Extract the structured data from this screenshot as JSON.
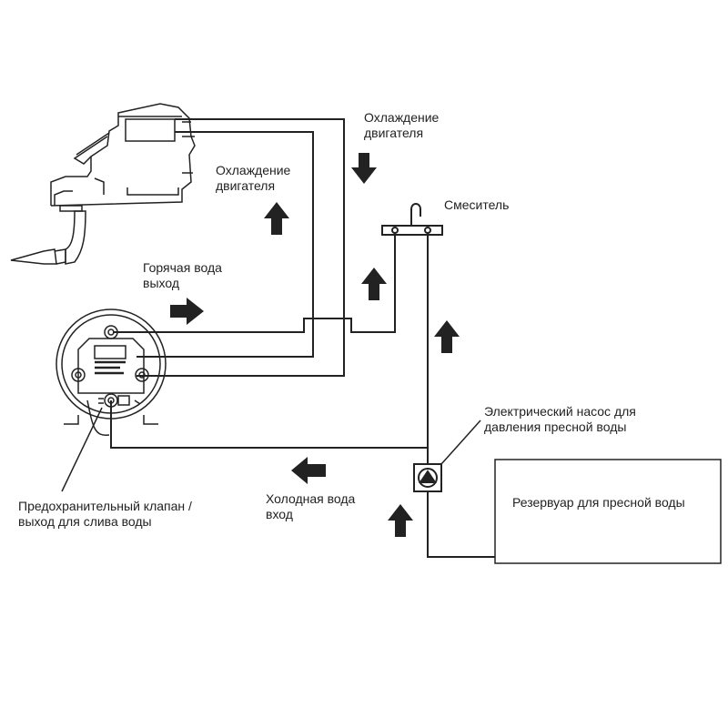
{
  "labels": {
    "engine_cooling_out": [
      "Охлаждение",
      "двигателя"
    ],
    "engine_cooling_in": [
      "Охлаждение",
      "двигателя"
    ],
    "mixer": "Смеситель",
    "hot_water_out": [
      "Горячая вода",
      "выход"
    ],
    "pump": [
      "Электрический насос для",
      "давления пресной воды"
    ],
    "cold_water_in": [
      "Холодная вода",
      "вход"
    ],
    "tank": "Резервуар для пресной воды",
    "relief_valve": [
      "Предохранительный клапан /",
      "выход для слива воды"
    ]
  },
  "colors": {
    "line": "#222222",
    "background": "#ffffff"
  },
  "icons": [
    "arrow-down-icon",
    "arrow-up-icon",
    "arrow-right-icon",
    "arrow-left-icon",
    "engine-icon",
    "water-heater-icon",
    "pump-icon",
    "mixer-icon",
    "tank-icon"
  ]
}
